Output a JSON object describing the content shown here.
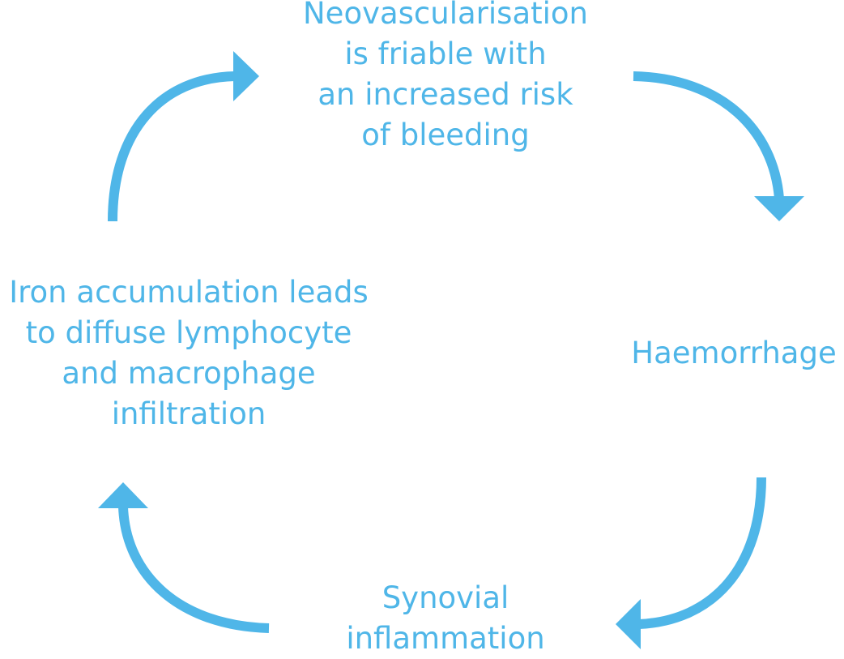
{
  "diagram": {
    "accent_color": "#4fb6e8",
    "nodes": {
      "top": {
        "lines": [
          "Neovascularisation",
          "is friable with",
          "an increased risk",
          "of bleeding"
        ]
      },
      "right": {
        "lines": [
          "Haemorrhage"
        ]
      },
      "bottom": {
        "lines": [
          "Synovial",
          "inflammation"
        ]
      },
      "left": {
        "lines": [
          "Iron accumulation leads",
          "to diffuse lymphocyte",
          "and macrophage",
          "infiltration"
        ]
      }
    },
    "flow": [
      "top",
      "right",
      "bottom",
      "left",
      "top"
    ]
  }
}
